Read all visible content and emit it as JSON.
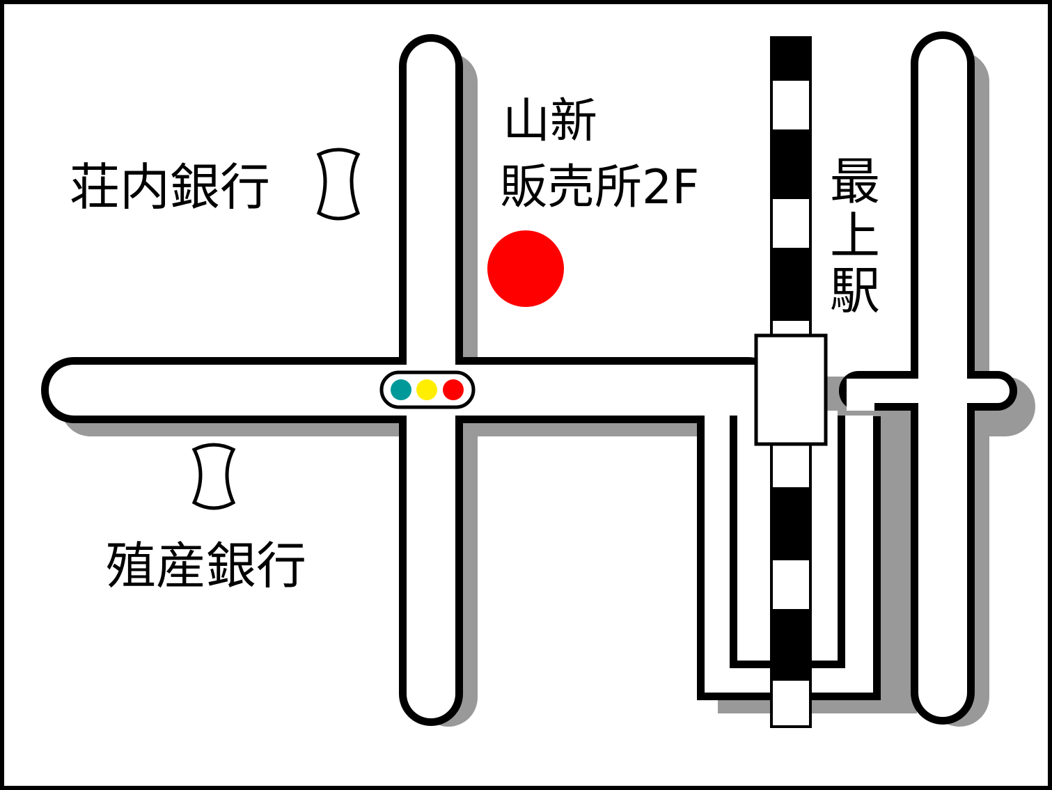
{
  "labels": {
    "shinkin_line1": "山新",
    "shinkin_line2": "販売所2F",
    "shonai_bank": "荘内銀行",
    "shokusan_bank": "殖産銀行",
    "station": [
      "最",
      "上",
      "駅"
    ]
  },
  "icons": {
    "destination": "red-dot-marker",
    "bank": "bank-symbol",
    "signal": "traffic-light"
  },
  "colors": {
    "destination": "#ff0000",
    "signal_green": "#009999",
    "signal_yellow": "#ffee00",
    "signal_red": "#ff0000",
    "shadow": "#999999",
    "road": "#ffffff",
    "outline": "#000000"
  }
}
